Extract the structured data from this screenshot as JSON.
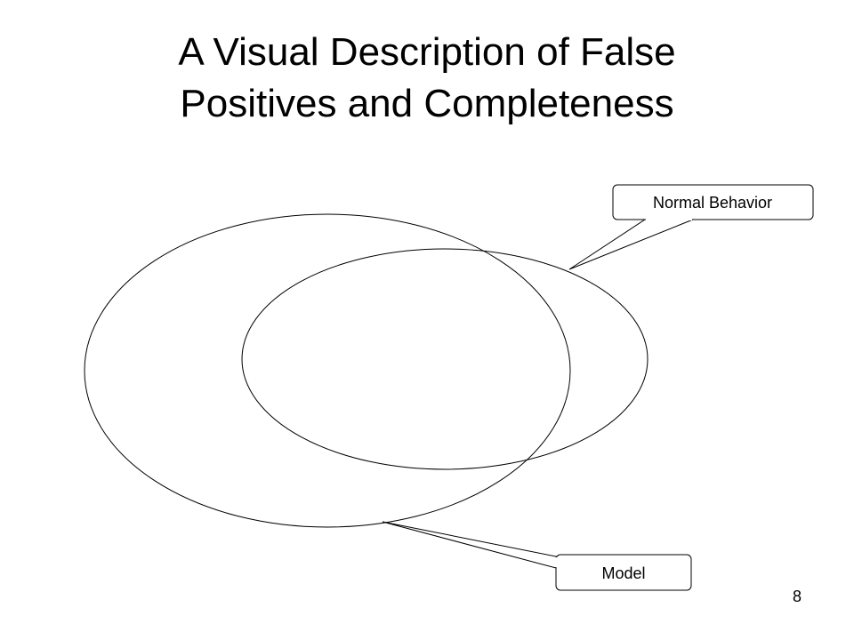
{
  "slide": {
    "title_line_1": "A Visual Description of False",
    "title_line_2": "Positives and Completeness",
    "page_number": "8"
  },
  "diagram": {
    "callouts": {
      "normal_behavior": "Normal Behavior",
      "model": "Model"
    },
    "stroke_color": "#000000",
    "fill_color": "#ffffff"
  }
}
